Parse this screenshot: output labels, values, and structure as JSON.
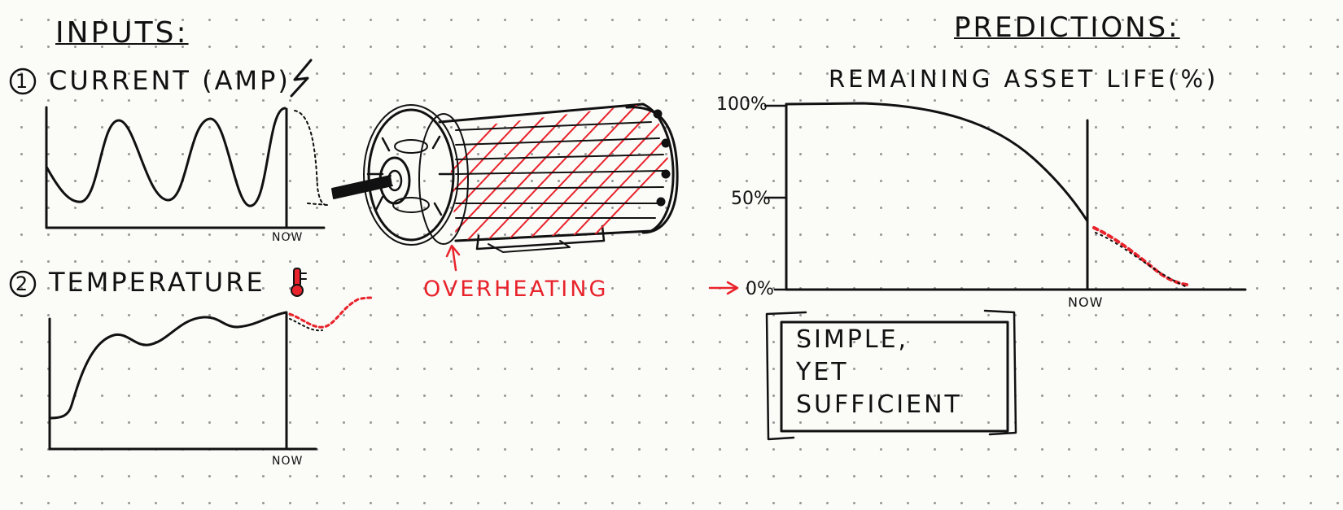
{
  "inputs": {
    "heading": "INPUTS:",
    "current": {
      "number": "1",
      "label": "CURRENT (AMP)",
      "now_label": "NOW"
    },
    "temperature": {
      "number": "2",
      "label": "TEMPERATURE",
      "now_label": "NOW"
    }
  },
  "motor": {
    "annotation": "OVERHEATING"
  },
  "predictions": {
    "heading": "PREDICTIONS:",
    "chart_title": "REMAINING ASSET LIFE(%)",
    "y_ticks": [
      "100%",
      "50%",
      "0%"
    ],
    "now_label": "NOW"
  },
  "note": {
    "line1": "SIMPLE,",
    "line2": "YET",
    "line3": "SUFFICIENT"
  },
  "colors": {
    "ink": "#111111",
    "accent": "#e8232b"
  },
  "icons": [
    "lightning-bolt-icon",
    "thermometer-icon"
  ]
}
